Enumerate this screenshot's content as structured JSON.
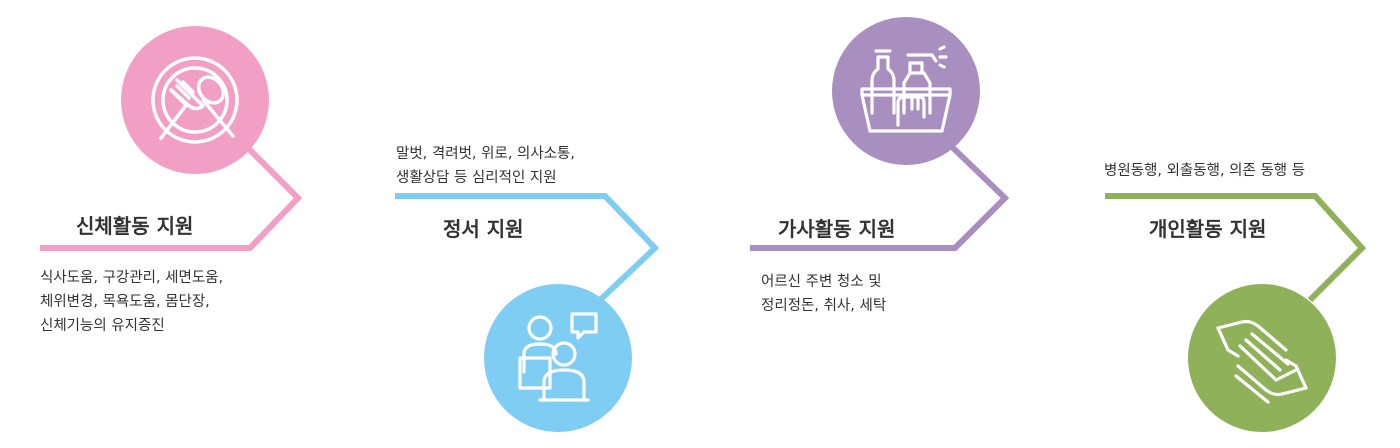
{
  "colors": {
    "pink": "#f29fc5",
    "blue": "#7fcdf2",
    "purple": "#a98ec0",
    "green": "#8fb15a"
  },
  "steps": [
    {
      "title": "신체활동 지원",
      "icon": "meal-plate-icon",
      "lines": [
        "식사도움, 구강관리, 세면도움,",
        "체위변경, 목욕도움, 몸단장,",
        "신체기능의 유지증진"
      ]
    },
    {
      "title": "정서 지원",
      "icon": "counseling-icon",
      "lines": [
        "말벗, 격려벗, 위로, 의사소통,",
        "생활상담 등 심리적인 지원"
      ]
    },
    {
      "title": "가사활동 지원",
      "icon": "cleaning-supplies-icon",
      "lines": [
        "어르신 주변 청소 및",
        "정리정돈, 취사, 세탁"
      ]
    },
    {
      "title": "개인활동 지원",
      "icon": "helping-hands-icon",
      "lines": [
        "병원동행, 외출동행, 의존 동행 등"
      ]
    }
  ]
}
